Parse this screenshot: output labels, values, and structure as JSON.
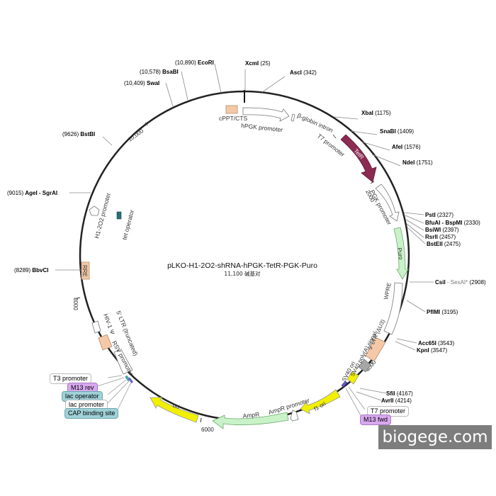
{
  "plasmid": {
    "name": "pLKO-H1-2O2-shRNA-hPGK-TetR-PGK-Puro",
    "size_label": "11,100 碱基对",
    "total_bp": 11100
  },
  "watermark": "biogege.com",
  "ticks": [
    {
      "bp": 2000,
      "label": "2000"
    },
    {
      "bp": 4000,
      "label": "4000"
    },
    {
      "bp": 6000,
      "label": "6000"
    },
    {
      "bp": 8000,
      "label": "8000"
    },
    {
      "bp": 10000,
      "label": "10,000"
    }
  ],
  "sites": [
    {
      "name": "XcmI",
      "pos": "(25)",
      "side": "right"
    },
    {
      "name": "AscI",
      "pos": "(342)",
      "side": "right"
    },
    {
      "name": "XbaI",
      "pos": "(1175)",
      "side": "right"
    },
    {
      "name": "SnaBI",
      "pos": "(1409)",
      "side": "right"
    },
    {
      "name": "AfeI",
      "pos": "(1576)",
      "side": "right"
    },
    {
      "name": "NdeI",
      "pos": "(1751)",
      "side": "right"
    },
    {
      "name": "PstI",
      "pos": "(2327)",
      "side": "right"
    },
    {
      "name": "BfuAI - BspMI",
      "pos": "(2330)",
      "side": "right"
    },
    {
      "name": "BsiWI",
      "pos": "(2397)",
      "side": "right"
    },
    {
      "name": "RsrII",
      "pos": "(2457)",
      "side": "right"
    },
    {
      "name": "BstEII",
      "pos": "(2475)",
      "side": "right"
    },
    {
      "name": "CsiI",
      "extra": " - SexAI*",
      "pos": "(2908)",
      "side": "right"
    },
    {
      "name": "PflMI",
      "pos": "(3195)",
      "side": "right"
    },
    {
      "name": "Acc65I",
      "pos": "(3543)",
      "side": "right"
    },
    {
      "name": "KpnI",
      "pos": "(3547)",
      "side": "right"
    },
    {
      "name": "SfiI",
      "pos": "(4167)",
      "side": "right"
    },
    {
      "name": "AvrII",
      "pos": "(4214)",
      "side": "right"
    },
    {
      "name": "BbvCI",
      "pos": "(8289)",
      "side": "left"
    },
    {
      "name": "AgeI - SgrAI",
      "pos": "(9015)",
      "side": "left"
    },
    {
      "name": "BstBI",
      "pos": "(9626)",
      "side": "left"
    },
    {
      "name": "SwaI",
      "pos": "(10,409)",
      "side": "left"
    },
    {
      "name": "BsaBI",
      "pos": "(10,578)",
      "side": "left"
    },
    {
      "name": "EcoRI",
      "pos": "(10,890)",
      "side": "left"
    }
  ],
  "features": [
    {
      "label": "cPPT/CTS"
    },
    {
      "label": "hPGK promoter"
    },
    {
      "label": "β-globin intron"
    },
    {
      "label": "T7 promoter"
    },
    {
      "label": "TetR"
    },
    {
      "label": "PGK promoter"
    },
    {
      "label": "Puro"
    },
    {
      "label": "WPRE"
    },
    {
      "label": "3' LTR (ΔU3)"
    },
    {
      "label": "SV40 poly(A) signal"
    },
    {
      "label": "SV40 ori"
    },
    {
      "label": "f1 ori"
    },
    {
      "label": "AmpR promoter"
    },
    {
      "label": "AmpR"
    },
    {
      "label": "ori"
    },
    {
      "label": "RSV promoter"
    },
    {
      "label": "5' LTR (truncated)"
    },
    {
      "label": "HIV-1 Ψ"
    },
    {
      "label": "RRE"
    },
    {
      "label": "H1-2O2 promoter"
    },
    {
      "label": "tet operator"
    }
  ],
  "tags": {
    "t3_promoter": "T3 promoter",
    "m13_rev": "M13 rev",
    "lac_operator": "lac operator",
    "lac_promoter": "lac promoter",
    "cap_site": "CAP binding site",
    "t7_promoter": "T7 promoter",
    "m13_fwd": "M13 fwd"
  }
}
